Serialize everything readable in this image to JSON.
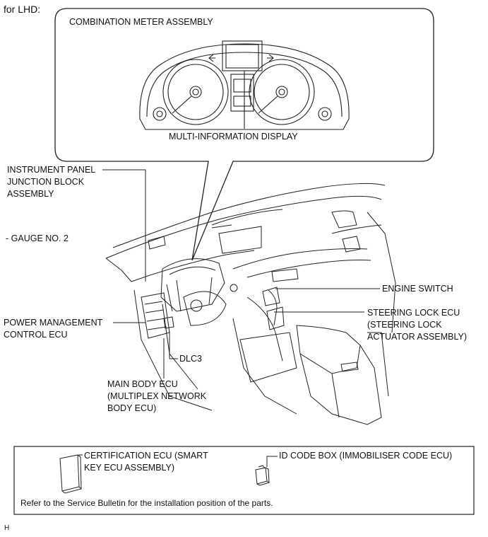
{
  "header": {
    "for_lhd": "for LHD:"
  },
  "callout": {
    "title": "COMBINATION METER ASSEMBLY",
    "display_label": "MULTI-INFORMATION DISPLAY"
  },
  "labels": {
    "ipjb_1": "INSTRUMENT PANEL",
    "ipjb_2": "JUNCTION BLOCK",
    "ipjb_3": "ASSEMBLY",
    "gauge": "- GAUGE NO. 2",
    "pm_1": "POWER MANAGEMENT",
    "pm_2": "CONTROL ECU",
    "dlc3": "DLC3",
    "mb_1": "MAIN BODY ECU",
    "mb_2": "(MULTIPLEX NETWORK",
    "mb_3": "BODY ECU)",
    "engine_switch": "ENGINE SWITCH",
    "sl_1": "STEERING LOCK ECU",
    "sl_2": "(STEERING LOCK",
    "sl_3": "ACTUATOR ASSEMBLY)"
  },
  "bottom_box": {
    "cert_1": "CERTIFICATION ECU (SMART",
    "cert_2": "KEY ECU ASSEMBLY)",
    "idcode": "ID CODE BOX (IMMOBILISER CODE ECU)",
    "note": "Refer to the Service Bulletin for the installation position of the parts."
  },
  "footer_mark": "H"
}
